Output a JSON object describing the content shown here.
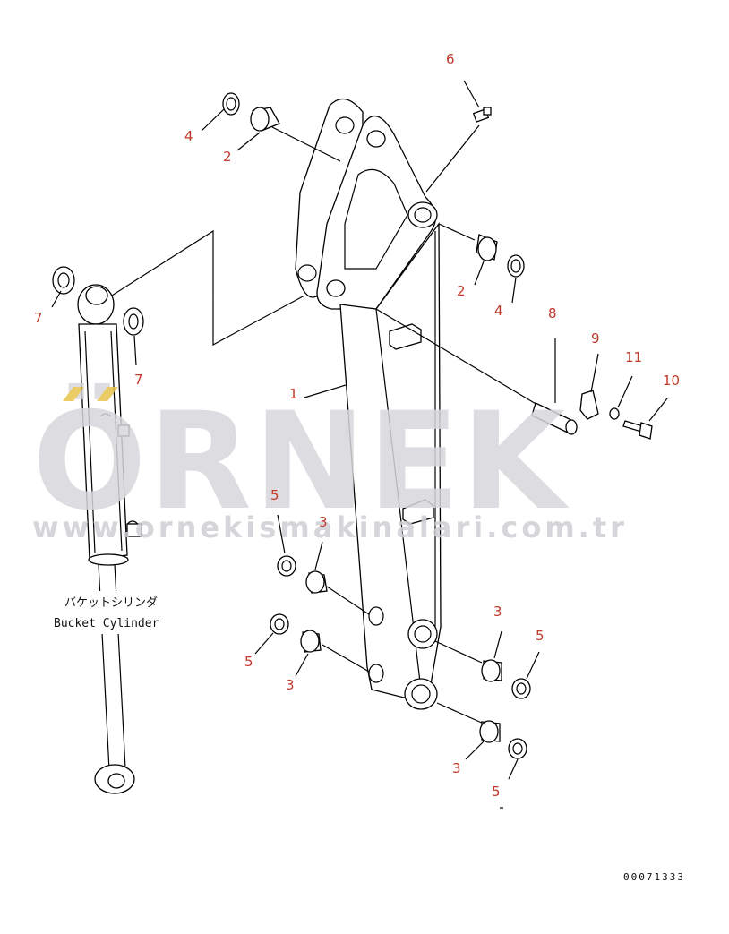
{
  "watermark": {
    "brand": "ÖRNEK",
    "url": "www.ornekismakinalari.com.tr",
    "accent_color": "#e8c24a",
    "text_color": "#d8d8dc"
  },
  "callouts": [
    {
      "id": "c1",
      "label": "1"
    },
    {
      "id": "c2a",
      "label": "2"
    },
    {
      "id": "c2b",
      "label": "2"
    },
    {
      "id": "c3a",
      "label": "3"
    },
    {
      "id": "c3b",
      "label": "3"
    },
    {
      "id": "c3c",
      "label": "3"
    },
    {
      "id": "c3d",
      "label": "3"
    },
    {
      "id": "c4a",
      "label": "4"
    },
    {
      "id": "c4b",
      "label": "4"
    },
    {
      "id": "c5a",
      "label": "5"
    },
    {
      "id": "c5b",
      "label": "5"
    },
    {
      "id": "c5c",
      "label": "5"
    },
    {
      "id": "c5d",
      "label": "5"
    },
    {
      "id": "c6",
      "label": "6"
    },
    {
      "id": "c7a",
      "label": "7"
    },
    {
      "id": "c7b",
      "label": "7"
    },
    {
      "id": "c8",
      "label": "8"
    },
    {
      "id": "c9",
      "label": "9"
    },
    {
      "id": "c10",
      "label": "10"
    },
    {
      "id": "c11",
      "label": "11"
    }
  ],
  "cylinder": {
    "label_jp": "バケットシリンダ",
    "label_en": "Bucket Cylinder"
  },
  "document_number": "00071333",
  "label_color": "#c0392b"
}
